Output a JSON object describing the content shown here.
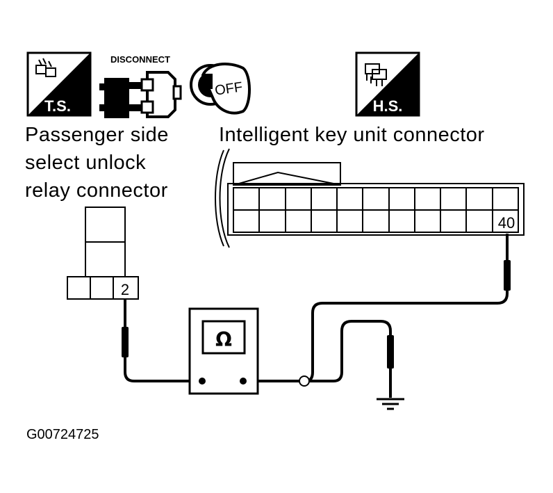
{
  "icons": {
    "ts_text": "T.S.",
    "disconnect_text": "DISCONNECT",
    "off_text": "OFF",
    "hs_text": "H.S."
  },
  "labels": {
    "relay_line1": "Passenger side",
    "relay_line2": "select unlock",
    "relay_line3": "relay connector",
    "key_unit": "Intelligent key unit connector"
  },
  "terminals": {
    "relay_pin": "2",
    "key_unit_pin": "40"
  },
  "meter": {
    "symbol": "Ω"
  },
  "figure_id": "G00724725"
}
